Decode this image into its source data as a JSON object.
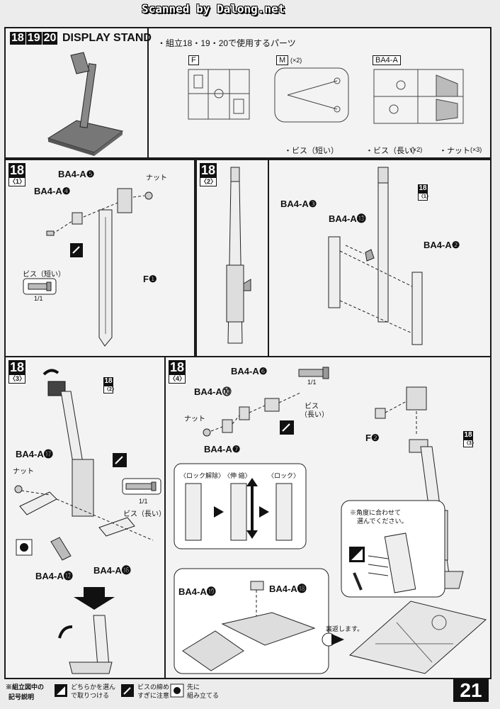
{
  "header": {
    "scan_credit": "Scanned by Dalong.net"
  },
  "top": {
    "steps": [
      "18",
      "19",
      "20"
    ],
    "title": "DISPLAY STAND",
    "parts_intro": "・組立18・19・20で使用するパーツ",
    "runner_f": "F",
    "runner_m": "M",
    "runner_m_qty": "(×2)",
    "runner_ba4a": "BA4-A",
    "screw_short": "・ビス（短い）",
    "screw_long": "・ビス（長い）",
    "screw_long_qty": "(×2)",
    "nut": "・ナット",
    "nut_qty": "(×3)"
  },
  "step18_1": {
    "num": "18",
    "sub": "〈1〉",
    "label_a5": "BA4-A❺",
    "label_nut": "ナット",
    "label_a4": "BA4-A❹",
    "label_screw": "ビス（短い）",
    "label_scale": "1/1",
    "label_f1": "F❶"
  },
  "step18_2": {
    "num": "18",
    "sub": "〈2〉",
    "label_a3": "BA4-A❸",
    "label_a13": "BA4-A⓭",
    "label_a2": "BA4-A❷",
    "ref_num": "18",
    "ref_sub": "〈1〉"
  },
  "step18_3": {
    "num": "18",
    "sub": "〈3〉",
    "ref_num": "18",
    "ref_sub": "〈2〉",
    "label_a17": "BA4-A⓱",
    "label_nut": "ナット",
    "label_scale": "1/1",
    "label_screw": "ビス（長い）",
    "label_a12": "BA4-A⓬",
    "label_a16": "BA4-A⓰"
  },
  "step18_4": {
    "num": "18",
    "sub": "〈4〉",
    "label_a6": "BA4-A❻",
    "label_a10": "BA4-A⓾",
    "label_scale": "1/1",
    "label_nut": "ナット",
    "label_screw": "ビス",
    "label_screw2": "（長い）",
    "label_a7": "BA4-A❼",
    "label_f2": "F❷",
    "ref_num": "18",
    "ref_sub": "〈3〉",
    "lock_release": "〈ロック解除〉",
    "extend": "〈伸 縮〉",
    "lock": "〈ロック〉",
    "angle_note_1": "※角度に合わせて",
    "angle_note_2": "選んでください。",
    "label_a19": "BA4-A⓳",
    "label_a18": "BA4-A⓲",
    "flip": "裏返します。"
  },
  "legend": {
    "title_1": "※組立図中の",
    "title_2": "記号説明",
    "item1_1": "どちらかを選ん",
    "item1_2": "で取りつける",
    "item2_1": "ビスの締め",
    "item2_2": "すぎに注意",
    "item3_1": "先に",
    "item3_2": "組み立てる"
  },
  "page_number": "21"
}
